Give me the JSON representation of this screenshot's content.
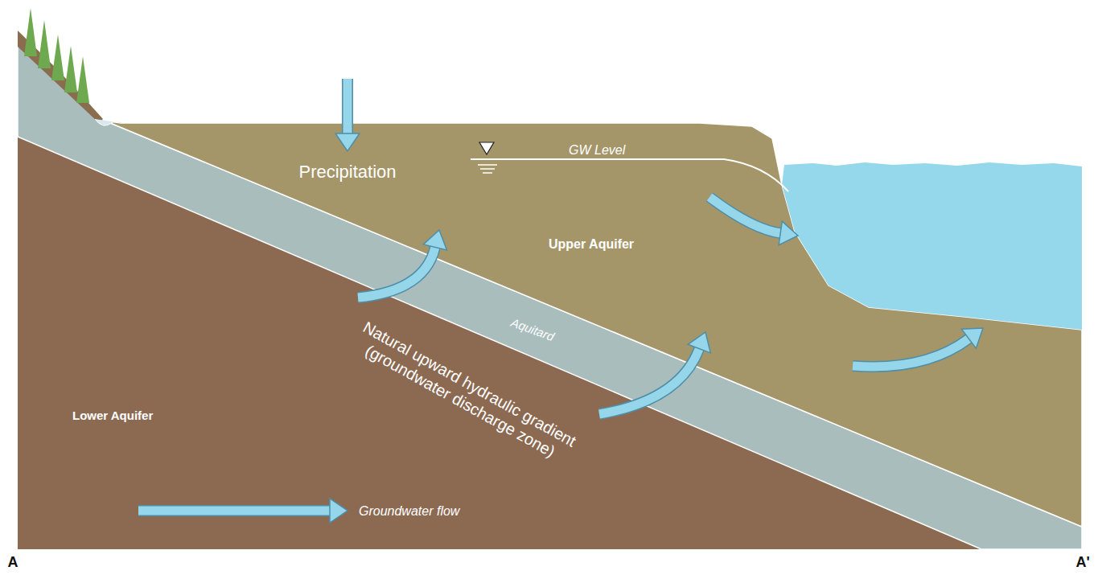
{
  "diagram": {
    "labels": [
      "Precipitation",
      "GW Level",
      "Upper Aquifer",
      "Aquitard",
      "Natural upward hydraulic gradient (groundwater discharge zone)",
      "Lower Aquifer",
      "A",
      "A'"
    ],
    "legend": [
      {
        "text": "Groundwater flow"
      }
    ]
  }
}
